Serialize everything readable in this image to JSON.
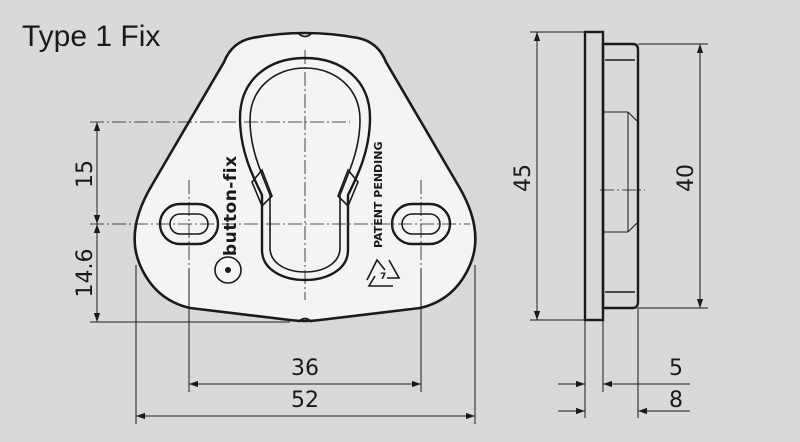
{
  "title": "Type 1 Fix",
  "brand": "button-fix",
  "patent": "PATENT PENDING",
  "dimensions": {
    "inner_spacing": "15",
    "lower_spacing": "14.6",
    "hole_spacing": "36",
    "total_width": "52",
    "total_height": "45",
    "side_height": "40",
    "thickness_inner": "5",
    "thickness_total": "8"
  },
  "colors": {
    "background": "#d9d9d9",
    "part_fill": "#f4f4f4",
    "line": "#1a1a1a"
  }
}
